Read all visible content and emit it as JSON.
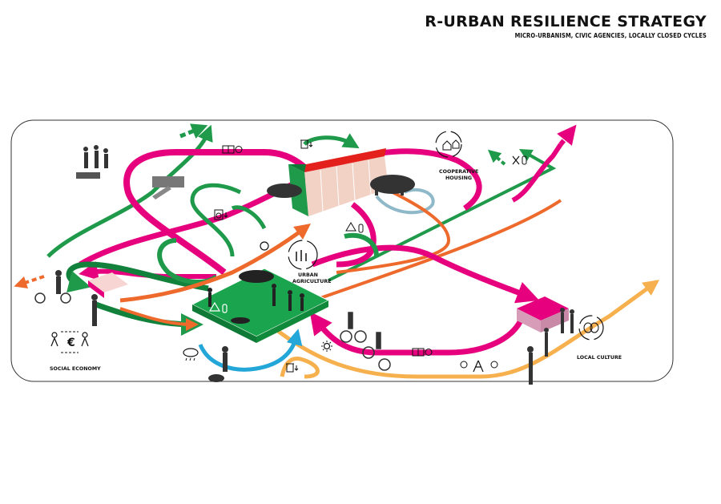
{
  "header": {
    "title": "R-URBAN RESILIENCE STRATEGY",
    "subtitle": "MICRO-URBANISM, CIVIC AGENCIES, LOCALLY CLOSED CYCLES"
  },
  "hubs": {
    "cooperative_housing": [
      "COOPERATIVE",
      "HOUSING"
    ],
    "urban_agriculture": [
      "URBAN",
      "AGRICULTURE"
    ],
    "social_economy": [
      "SOCIAL ECONOMY"
    ],
    "local_culture": [
      "LOCAL CULTURE"
    ]
  },
  "colors": {
    "magenta": "#e6007e",
    "green": "#1f9a4a",
    "dark_green": "#12813c",
    "orange": "#ee6a2c",
    "light_orange": "#f7b04e",
    "blue": "#23a6d8",
    "light_blue": "#8fb9c9",
    "plot_green": "#19a44d",
    "housing_red": "#e3201b",
    "pink_block": "#d69cb8",
    "frame": "#333333"
  },
  "icons": [
    "book-mask-icon",
    "recycle-bin-icon",
    "energy-icon",
    "weather-icon",
    "sun-icon",
    "compost-icon",
    "vegetables-icon",
    "house-cycle-icon",
    "social-economy-icon",
    "theatre-mask-icon",
    "tools-icon"
  ]
}
